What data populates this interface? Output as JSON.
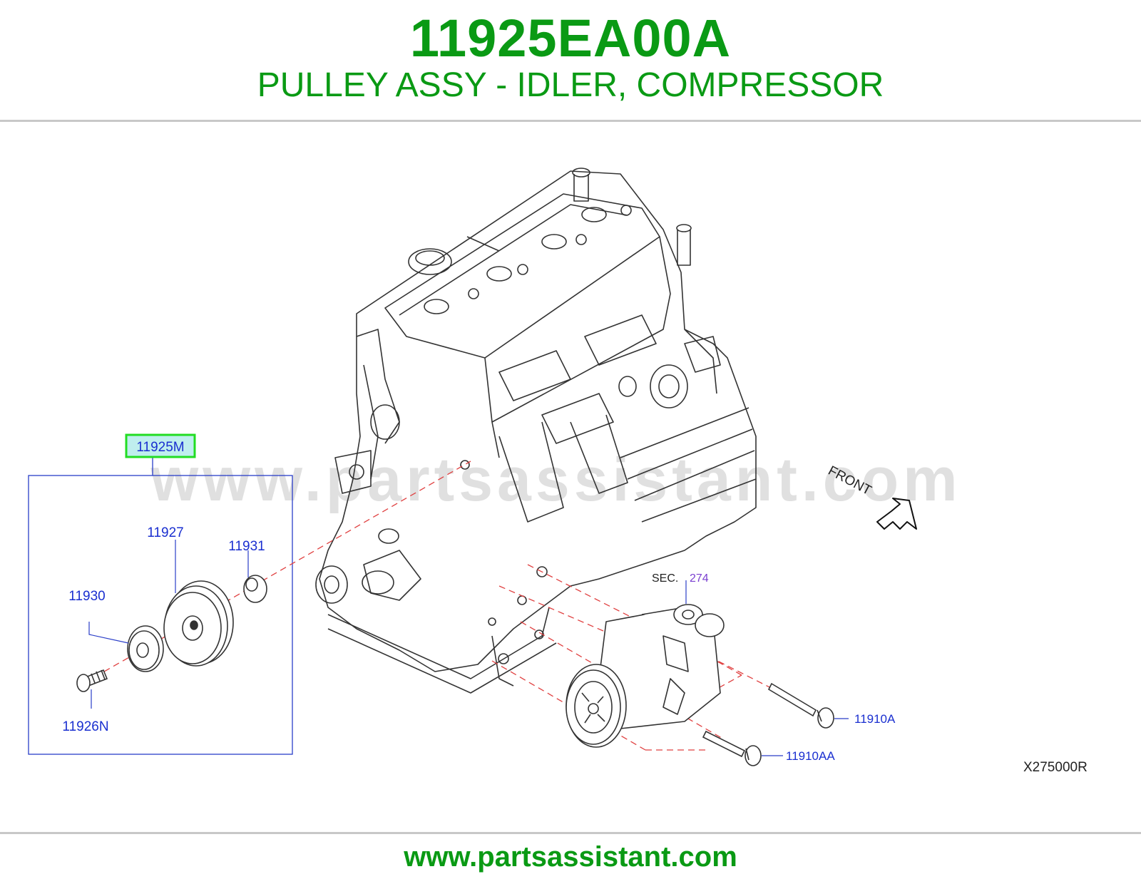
{
  "header": {
    "part_number": "11925EA00A",
    "description": "PULLEY ASSY - IDLER, COMPRESSOR"
  },
  "diagram": {
    "group_label": "11925M",
    "callouts": {
      "idler_pulley": "11927",
      "spacer": "11931",
      "washer": "11930",
      "bolt": "11926N",
      "compressor_bolt_a": "11910A",
      "compressor_bolt_aa": "11910AA"
    },
    "sec_label": "SEC.",
    "sec_number": "274",
    "front_label": "FRONT",
    "figure_code": "X275000R",
    "watermark": "www.partsassistant.com"
  },
  "footer": {
    "url": "www.partsassistant.com"
  },
  "colors": {
    "brand_green": "#0a9a14",
    "callout_blue": "#1a2fd0",
    "sec_purple": "#7a3fd0",
    "highlight_box": "#22dd22",
    "leader_red": "#e04040"
  }
}
